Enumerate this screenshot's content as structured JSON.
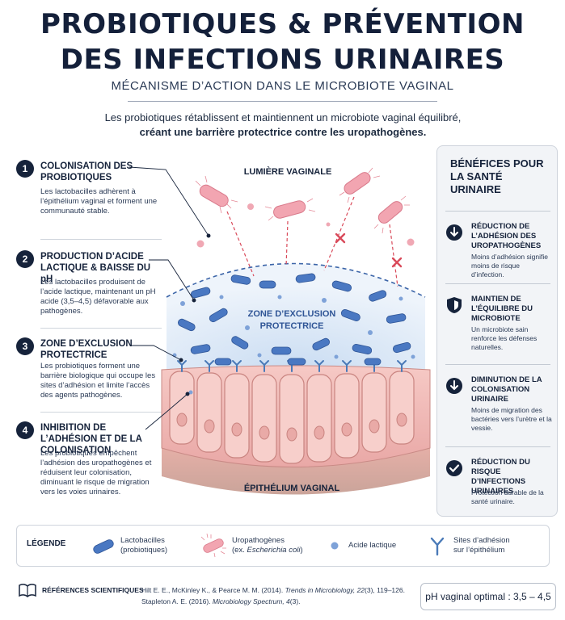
{
  "header": {
    "title_line1": "PROBIOTIQUES & PRÉVENTION",
    "title_line2": "DES INFECTIONS URINAIRES",
    "subtitle": "MÉCANISME D’ACTION DANS LE MICROBIOTE VAGINAL",
    "intro_line1": "Les probiotiques rétablissent et maintiennent un microbiote vaginal équilibré,",
    "intro_line2": "créant une barrière protectrice contre les uropathogènes."
  },
  "steps": [
    {
      "num": "1",
      "title": "COLONISATION DES PROBIOTIQUES",
      "text": "Les lactobacilles adhèrent à l’épithélium vaginal et forment une communauté stable."
    },
    {
      "num": "2",
      "title": "PRODUCTION D’ACIDE LACTIQUE & BAISSE DU pH",
      "text": "Les lactobacilles produisent de l’acide lactique, maintenant un pH acide (3,5–4,5) défavorable aux pathogènes."
    },
    {
      "num": "3",
      "title": "ZONE D’EXCLUSION PROTECTRICE",
      "text": "Les probiotiques forment une barrière biologique qui occupe les sites d’adhésion et limite l’accès des agents pathogènes."
    },
    {
      "num": "4",
      "title": "INHIBITION DE L’ADHÉSION ET DE LA COLONISATION",
      "text": "Les probiotiques empêchent l’adhésion des uropathogènes et réduisent leur colonisation, diminuant le risque de migration vers les voies urinaires."
    }
  ],
  "diagram": {
    "lumen_label": "LUMIÈRE VAGINALE",
    "zone_label_1": "ZONE D’EXCLUSION",
    "zone_label_2": "PROTECTRICE",
    "epithelium_label": "ÉPITHÉLIUM VAGINAL"
  },
  "benefits": {
    "title": "BÉNÉFICES POUR LA SANTÉ URINAIRE",
    "items": [
      {
        "icon": "arrow-down-icon",
        "head": "RÉDUCTION DE L’ADHÉSION DES UROPATHOGÈNES",
        "text": "Moins d’adhésion signifie moins de risque d’infection."
      },
      {
        "icon": "shield-icon",
        "head": "MAINTIEN DE L’ÉQUILIBRE DU MICROBIOTE",
        "text": "Un microbiote sain renforce les défenses naturelles."
      },
      {
        "icon": "arrow-down-icon",
        "head": "DIMINUTION DE LA COLONISATION URINAIRE",
        "text": "Moins de migration des bactéries vers l’urètre et la vessie."
      },
      {
        "icon": "check-icon",
        "head": "RÉDUCTION DU RISQUE D’INFECTIONS URINAIRES",
        "text": "Protection durable de la santé urinaire."
      }
    ]
  },
  "legend": {
    "title": "LÉGENDE",
    "lacto_1": "Lactobacilles",
    "lacto_2": "(probiotiques)",
    "uro_1": "Uropathogènes",
    "uro_2_prefix": "(ex. ",
    "uro_2_italic": "Escherichia coli",
    "uro_2_suffix": ")",
    "acid": "Acide lactique",
    "sites_1": "Sites d’adhésion",
    "sites_2": "sur l’épithélium"
  },
  "references": {
    "title": "RÉFÉRENCES SCIENTIFIQUES",
    "ref1_authors": "Hilt E. E., McKinley K., & Pearce M. M. (2014). ",
    "ref1_journal": "Trends in Microbiology, 22",
    "ref1_rest": "(3), 119–126.",
    "ref2_authors": "Stapleton A. E. (2016). ",
    "ref2_journal": "Microbiology Spectrum, 4",
    "ref2_rest": "(3)."
  },
  "ph_box": "pH vaginal optimal : 3,5 – 4,5",
  "colors": {
    "navy": "#16233b",
    "lactobacillus": "#4a78c2",
    "pathogen": "#e58a98",
    "tissue": "#f2b9b6",
    "exclusion_zone": "#dbe8f6"
  }
}
